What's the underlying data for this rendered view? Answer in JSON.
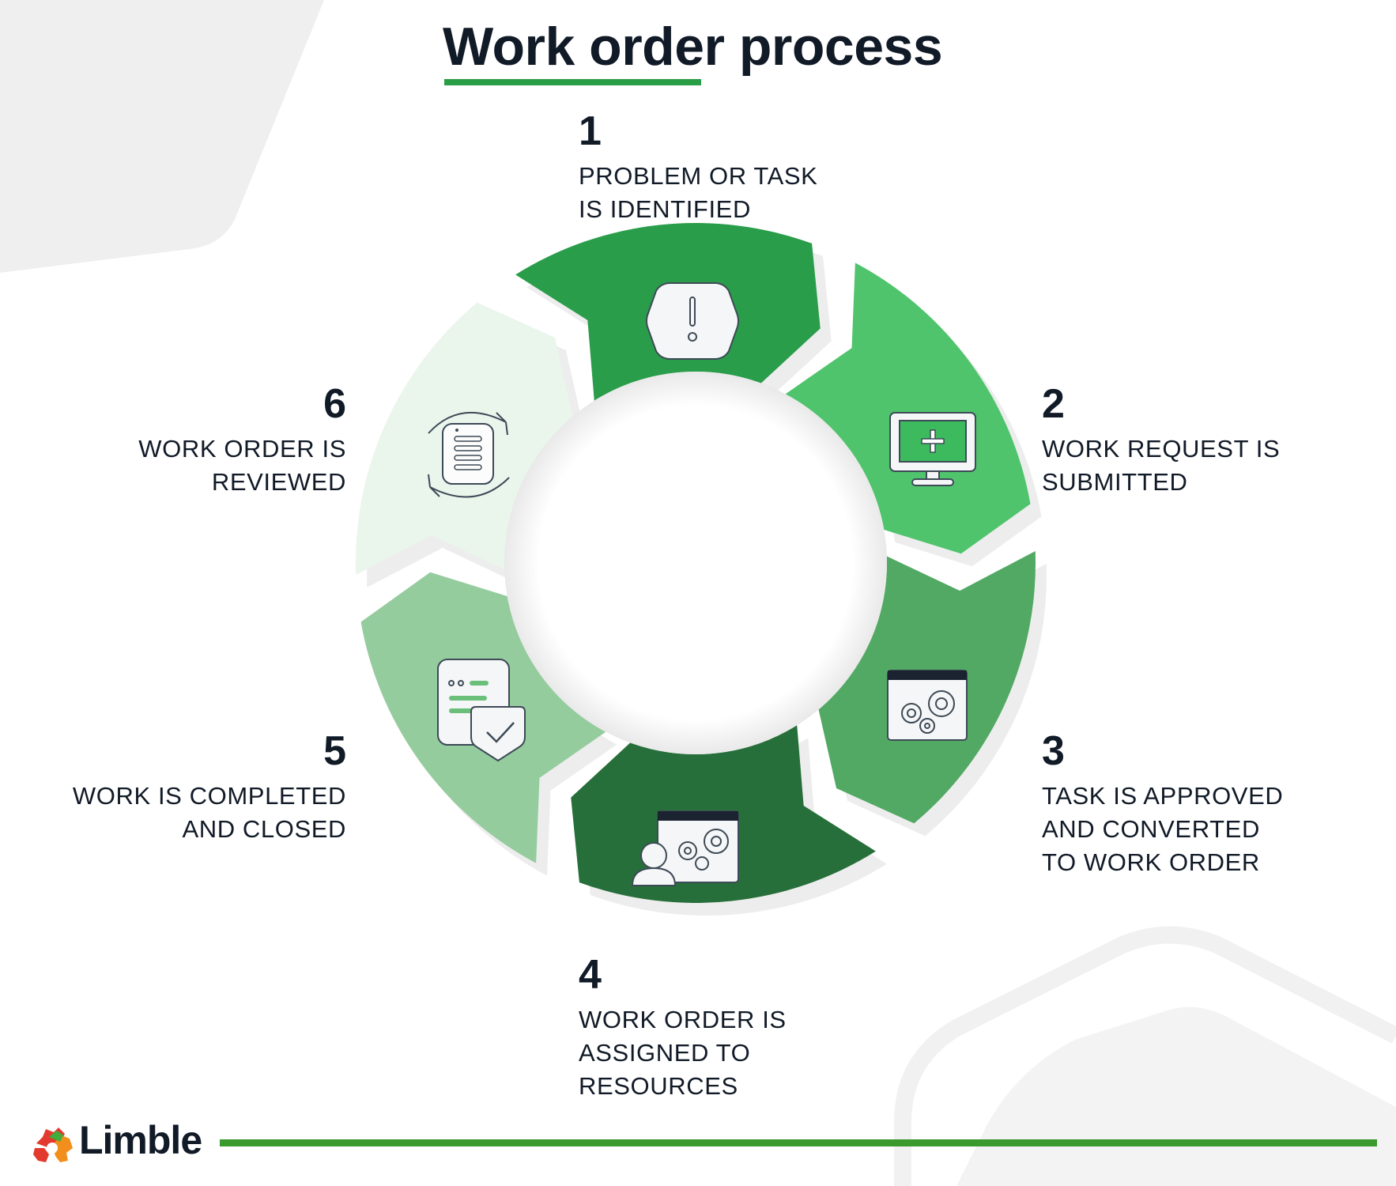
{
  "title": "Work order process",
  "steps": [
    {
      "number": "1",
      "label_lines": [
        "PROBLEM OR TASK",
        "IS IDENTIFIED"
      ],
      "color": "#2a9d4a",
      "icon": "alert-hexagon-icon"
    },
    {
      "number": "2",
      "label_lines": [
        "WORK REQUEST IS",
        "SUBMITTED"
      ],
      "color": "#50c46c",
      "icon": "monitor-plus-icon"
    },
    {
      "number": "3",
      "label_lines": [
        "TASK IS APPROVED",
        "AND CONVERTED",
        "TO WORK ORDER"
      ],
      "color": "#52a964",
      "icon": "settings-window-icon"
    },
    {
      "number": "4",
      "label_lines": [
        "WORK ORDER IS",
        "ASSIGNED TO",
        "RESOURCES"
      ],
      "color": "#276f3a",
      "icon": "user-settings-icon"
    },
    {
      "number": "5",
      "label_lines": [
        "WORK IS COMPLETED",
        "AND CLOSED"
      ],
      "color": "#95cc9e",
      "icon": "document-shield-check-icon"
    },
    {
      "number": "6",
      "label_lines": [
        "WORK ORDER IS",
        "REVIEWED"
      ],
      "color": "#eaf5ec",
      "icon": "document-cycle-icon"
    }
  ],
  "brand": {
    "name": "Limble",
    "accent": "#2a9d47",
    "footer_line_color": "#3b9a2e"
  }
}
